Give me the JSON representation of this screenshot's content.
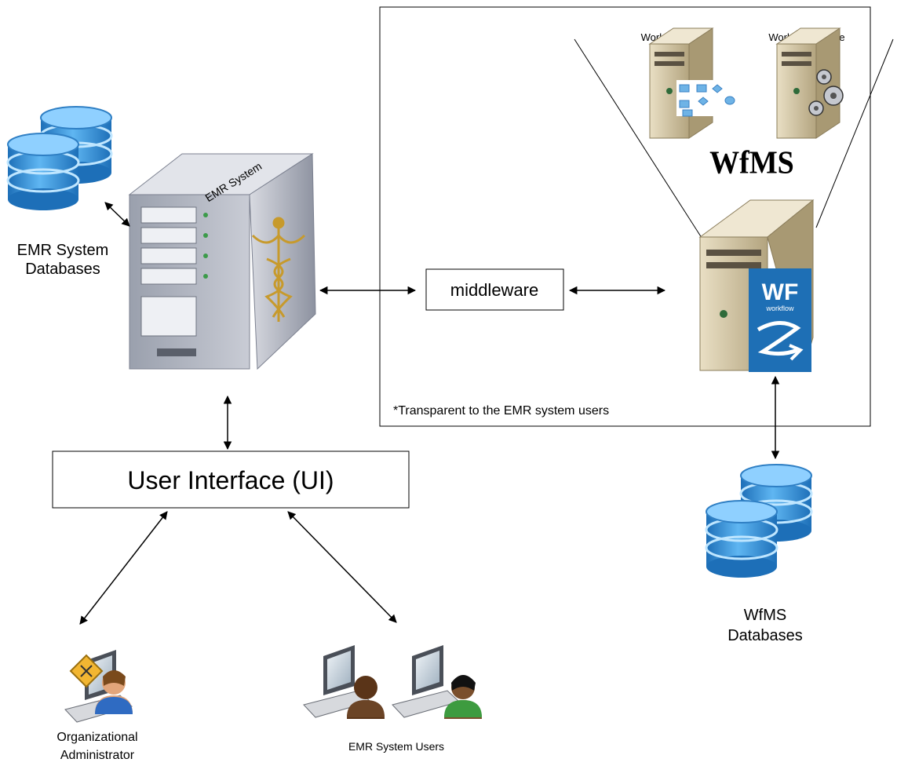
{
  "labels": {
    "emr_system": "EMR System",
    "emr_db_line1": "EMR System",
    "emr_db_line2": "Databases",
    "middleware": "middleware",
    "ui": "User Interface (UI)",
    "transparent_note": "*Transparent to the EMR system users",
    "workflow_editor": "Workflow Editor",
    "workflow_engine": "Workflow Engine",
    "wfms_title": "WfMS",
    "wf_logo_big": "WF",
    "wf_logo_small": "workflow",
    "wfms_db_line1": "WfMS",
    "wfms_db_line2": "Databases",
    "admin_line1": "Organizational",
    "admin_line2": "Administrator",
    "users": "EMR System Users"
  },
  "colors": {
    "db_blue": "#2f8fd8",
    "db_light": "#8fd0ff",
    "server_gray": "#b4b8c3",
    "wf_blue": "#1e6fb5",
    "caduceus_gold": "#c79a2c"
  }
}
